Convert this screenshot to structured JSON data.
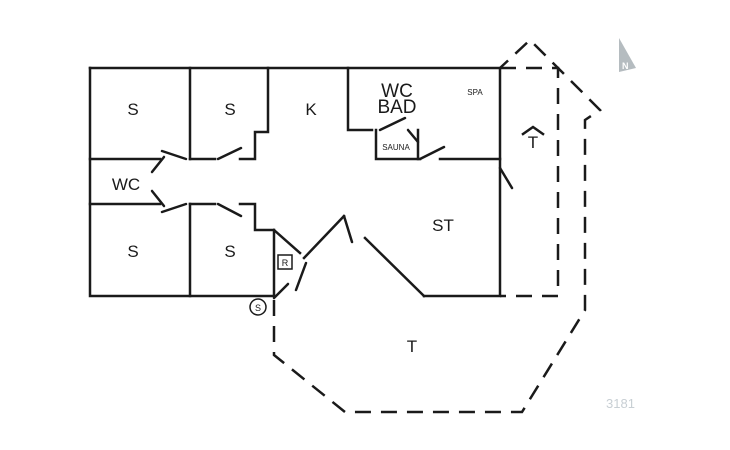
{
  "plan_id": "3181",
  "north_label": "N",
  "rooms": {
    "bedroom_1": "S",
    "bedroom_2": "S",
    "bedroom_3": "S",
    "bedroom_4": "S",
    "kitchen": "K",
    "wc_1": "WC",
    "wc_bath_wc": "WC",
    "wc_bath_bad": "BAD",
    "spa": "SPA",
    "sauna": "SAUNA",
    "living": "ST",
    "terrace_main": "T",
    "terrace_side": "T"
  },
  "symbols": {
    "r_box": "R",
    "s_circle": "S"
  }
}
